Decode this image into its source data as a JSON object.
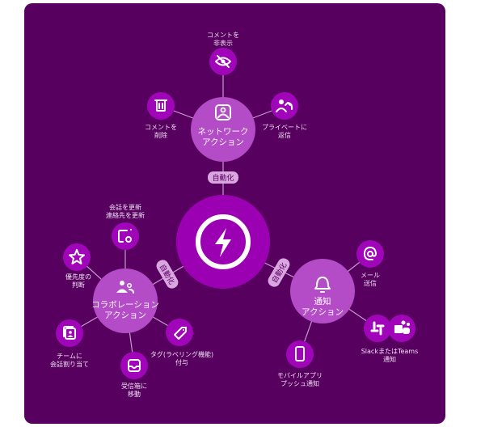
{
  "center": {
    "icon": "lightning-icon",
    "automation_label": "自動化"
  },
  "network": {
    "title_line1": "ネットワーク",
    "title_line2": "アクション",
    "actions": [
      {
        "line1": "コメントを",
        "line2": "非表示",
        "icon": "eye-off-icon"
      },
      {
        "line1": "コメントを",
        "line2": "削除",
        "icon": "trash-icon"
      },
      {
        "line1": "プライベートに",
        "line2": "返信",
        "icon": "reply-icon"
      }
    ]
  },
  "collaboration": {
    "title_line1": "コラボレーション",
    "title_line2": "アクション",
    "actions": [
      {
        "line1": "会話を更新",
        "line2": "連絡先を更新",
        "icon": "settings-icon"
      },
      {
        "line1": "優先度の",
        "line2": "判断",
        "icon": "star-icon"
      },
      {
        "line1": "チームに",
        "line2": "会話割り当て",
        "icon": "assign-icon"
      },
      {
        "line1": "受信箱に",
        "line2": "移動",
        "icon": "inbox-icon"
      },
      {
        "line1": "タグ(ラベリング機能)",
        "line2": "付与",
        "icon": "tag-icon"
      }
    ]
  },
  "notification": {
    "title_line1": "通知",
    "title_line2": "アクション",
    "actions": [
      {
        "line1": "メール",
        "line2": "送信",
        "icon": "at-icon"
      },
      {
        "line1": "SlackまたはTeams",
        "line2": "通知",
        "icon": "slack-teams-icon"
      },
      {
        "line1": "モバイルアプリ",
        "line2": "プッシュ通知",
        "icon": "mobile-icon"
      }
    ]
  },
  "colors": {
    "background": "#57005f",
    "node": "#a005b9",
    "category": "#b54cc7",
    "pill": "#d9a6e0"
  }
}
